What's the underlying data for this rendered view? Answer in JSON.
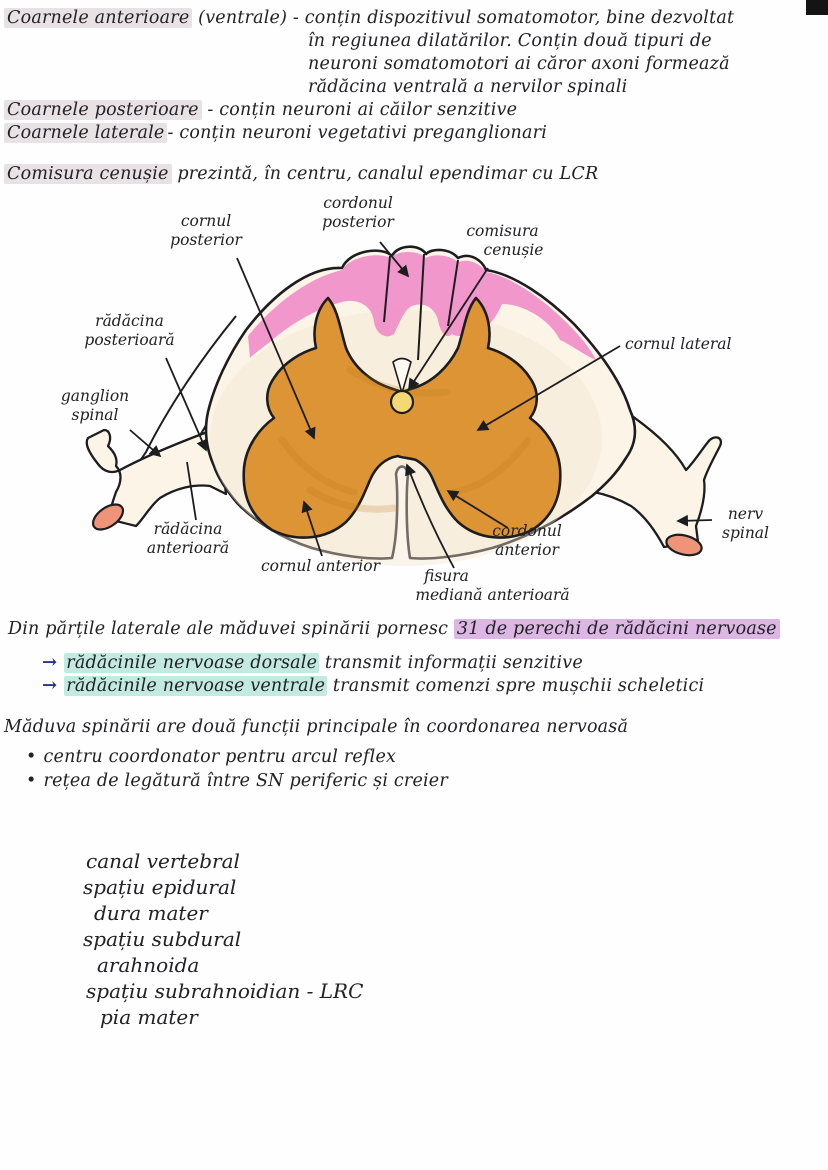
{
  "page": {
    "language": "ro",
    "corner_mark": ""
  },
  "sections": {
    "coarnele_anterioare": {
      "term": "Coarnele anterioare",
      "after_term": " (ventrale) - conțin dispozitivul somatomotor, bine dezvoltat",
      "cont_lines": [
        "în regiunea dilatărilor. Conțin două tipuri de",
        "neuroni somatomotori ai căror axoni formează",
        "rădăcina ventrală a nervilor spinali"
      ]
    },
    "coarnele_posterioare": {
      "term": "Coarnele posterioare",
      "after_term": " - conțin neuroni ai căilor senzitive"
    },
    "coarnele_laterale": {
      "term": "Coarnele laterale",
      "after_term": "- conțin neuroni vegetativi preganglionari"
    },
    "comisura": {
      "term": "Comisura cenușie",
      "after_term": " prezintă, în centru, canalul ependimar cu LCR"
    }
  },
  "diagram": {
    "labels": {
      "cornul_posterior": [
        "cornul",
        "posterior"
      ],
      "cordonul_posterior": [
        "cordonul",
        "posterior"
      ],
      "comisura_cenusie": [
        "comisura",
        "cenușie"
      ],
      "radacina_posterioara": [
        "rădăcina",
        "posterioară"
      ],
      "ganglion_spinal": [
        "ganglion",
        "spinal"
      ],
      "cornul_lateral": [
        "cornul lateral"
      ],
      "radacina_anterioara": [
        "rădăcina",
        "anterioară"
      ],
      "cornul_anterior": [
        "cornul anterior"
      ],
      "fisura_mediana": [
        "fisura",
        "mediană anterioară"
      ],
      "cordonul_anterior": [
        "cordonul",
        "anterior"
      ],
      "nerv_spinal": [
        "nerv",
        "spinal"
      ]
    }
  },
  "radacini": {
    "intro": "Din părțile laterale ale măduvei spinării pornesc ",
    "highlight": "31 de perechi de rădăcini nervoase",
    "arrow_char": "→",
    "items": [
      {
        "highlight": "rădăcinile nervoase dorsale",
        "rest": " transmit informații senzitive"
      },
      {
        "highlight": "rădăcinile nervoase ventrale",
        "rest": " transmit comenzi spre mușchii scheletici"
      }
    ]
  },
  "functii": {
    "title": "Măduva spinării are două funcții principale în coordonarea nervoasă",
    "bullet_char": "•",
    "items": [
      "centru coordonator pentru arcul reflex",
      "rețea de legătură între SN periferic și creier"
    ]
  },
  "straturi": [
    "canal vertebral",
    "spațiu epidural",
    "dura mater",
    "spațiu subdural",
    "arahnoida",
    "spațiu subrahnoidian - LRC",
    "pia mater"
  ],
  "colors": {
    "ink": "#1d1d1f",
    "highlight_gray": "#e8e2e5",
    "highlight_purple": "#dcb7e3",
    "highlight_teal": "#c3eae1",
    "arrow_blue": "#27357e",
    "white_matter_cream": "#fbf4e7",
    "white_matter_shade": "#f6e7d0",
    "gray_matter_orange": "#dd9434",
    "gray_matter_texture": "#b97a18",
    "posterior_band_pink": "#ef86c6",
    "central_canal_yellow": "#f4d873",
    "nerve_end_salmon": "#ee9478"
  }
}
